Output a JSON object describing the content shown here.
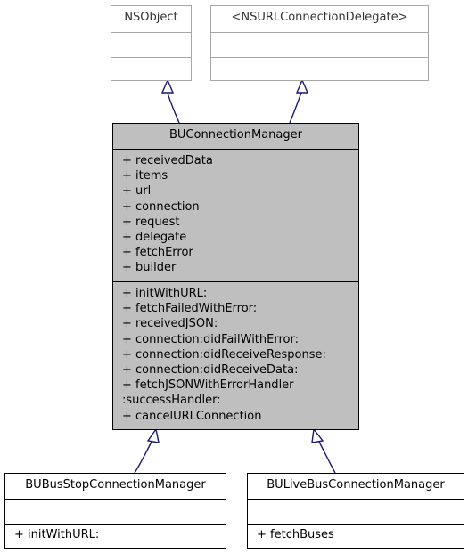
{
  "classes": {
    "nsobject": {
      "name": "NSObject"
    },
    "delegate_protocol": {
      "name": "<NSURLConnectionDelegate>"
    },
    "connection_manager": {
      "name": "BUConnectionManager",
      "attributes": [
        "+ receivedData",
        "+ items",
        "+ url",
        "+ connection",
        "+ request",
        "+ delegate",
        "+ fetchError",
        "+ builder"
      ],
      "methods": [
        "+ initWithURL:",
        "+ fetchFailedWithError:",
        "+ receivedJSON:",
        "+ connection:didFailWithError:",
        "+ connection:didReceiveResponse:",
        "+ connection:didReceiveData:",
        "+ fetchJSONWithErrorHandler",
        ":successHandler:",
        "+ cancelURLConnection"
      ]
    },
    "bus_stop_manager": {
      "name": "BUBusStopConnectionManager",
      "methods": [
        "+ initWithURL:"
      ]
    },
    "live_bus_manager": {
      "name": "BULiveBusConnectionManager",
      "methods": [
        "+ fetchBuses"
      ]
    }
  },
  "colors": {
    "main_fill": "#bfbfbf",
    "external_border": "#a6a6a6",
    "edge": "#191970"
  }
}
